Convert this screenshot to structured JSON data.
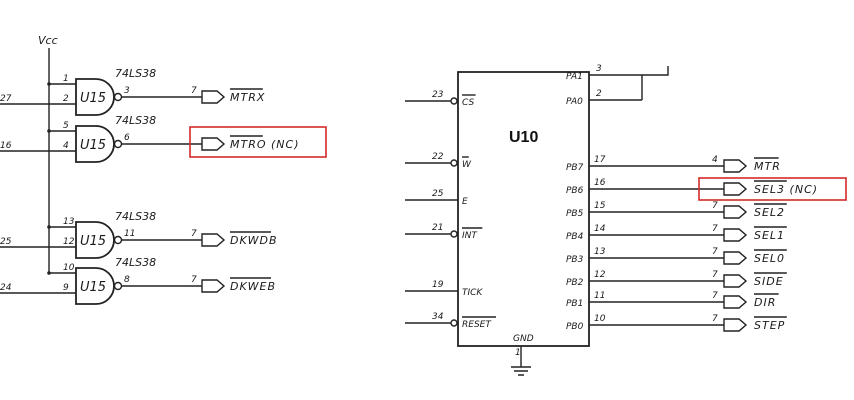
{
  "left": {
    "vcc": "Vcc",
    "gates": [
      {
        "in_a": "1",
        "in_b": "2",
        "out_pin": "3",
        "dest_pin": "7",
        "ref": "U15",
        "part": "74LS38",
        "signal": "MTRX",
        "ext_pin": "27",
        "highlighted": false
      },
      {
        "in_a": "5",
        "in_b": "4",
        "out_pin": "6",
        "dest_pin": "",
        "ref": "U15",
        "part": "74LS38",
        "signal": "MTRO (NC)",
        "ext_pin": "16",
        "highlighted": true
      },
      {
        "in_a": "13",
        "in_b": "12",
        "out_pin": "11",
        "dest_pin": "7",
        "ref": "U15",
        "part": "74LS38",
        "signal": "DKWDB",
        "ext_pin": "25",
        "highlighted": false
      },
      {
        "in_a": "10",
        "in_b": "9",
        "out_pin": "8",
        "dest_pin": "7",
        "ref": "U15",
        "part": "74LS38",
        "signal": "DKWEB",
        "ext_pin": "24",
        "highlighted": false
      }
    ]
  },
  "chip": {
    "ref": "U10",
    "left_pins": [
      {
        "num": "23",
        "name": "CS",
        "inverted": true
      },
      {
        "num": "22",
        "name": "W",
        "inverted": true
      },
      {
        "num": "25",
        "name": "E",
        "inverted": false
      },
      {
        "num": "21",
        "name": "INT",
        "inverted": true
      },
      {
        "num": "19",
        "name": "TICK",
        "inverted": false
      },
      {
        "num": "34",
        "name": "RESET",
        "inverted": true
      }
    ],
    "right_top_pins": [
      {
        "num": "3",
        "name": "PA1"
      },
      {
        "num": "2",
        "name": "PA0"
      }
    ],
    "right_pins": [
      {
        "num": "17",
        "name": "PB7",
        "dest_pin": "4",
        "signal": "MTR",
        "highlighted": false
      },
      {
        "num": "16",
        "name": "PB6",
        "dest_pin": "",
        "signal": "SEL3 (NC)",
        "highlighted": true
      },
      {
        "num": "15",
        "name": "PB5",
        "dest_pin": "7",
        "signal": "SEL2",
        "highlighted": false
      },
      {
        "num": "14",
        "name": "PB4",
        "dest_pin": "7",
        "signal": "SEL1",
        "highlighted": false
      },
      {
        "num": "13",
        "name": "PB3",
        "dest_pin": "7",
        "signal": "SEL0",
        "highlighted": false
      },
      {
        "num": "12",
        "name": "PB2",
        "dest_pin": "7",
        "signal": "SIDE",
        "highlighted": false
      },
      {
        "num": "11",
        "name": "PB1",
        "dest_pin": "7",
        "signal": "DIR",
        "highlighted": false
      },
      {
        "num": "10",
        "name": "PB0",
        "dest_pin": "7",
        "signal": "STEP",
        "highlighted": false
      }
    ],
    "gnd_label": "GND",
    "gnd_pin": "1"
  },
  "colors": {
    "ink": "#222222",
    "highlight": "#d42a2a"
  }
}
